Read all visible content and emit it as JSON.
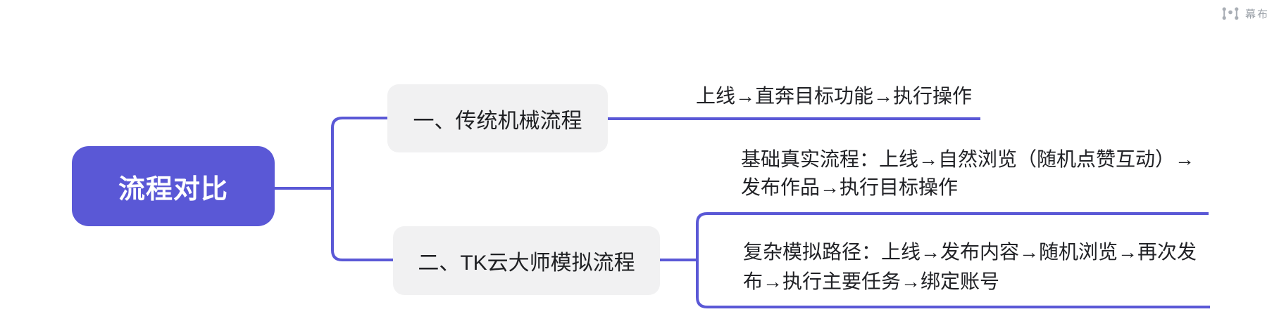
{
  "app": {
    "watermark": {
      "icon": "mubu-logo-icon",
      "label": "幕布"
    }
  },
  "colors": {
    "accent": "#5a58d6",
    "node_bg": "#f1f1f2",
    "node_text": "#1f2023",
    "leaf_text": "#212226",
    "logo_gray": "#9ba1a8"
  },
  "mindmap": {
    "root": {
      "label": "流程对比"
    },
    "branches": [
      {
        "label": "一、传统机械流程",
        "children": [
          {
            "lines": {
              "0": "上线→直奔目标功能→执行操作"
            }
          }
        ]
      },
      {
        "label": "二、TK云大师模拟流程",
        "children": [
          {
            "lines": {
              "0": "基础真实流程：上线→自然浏览（随机点赞互动）→",
              "1": "发布作品→执行目标操作"
            }
          },
          {
            "lines": {
              "0": "复杂模拟路径：上线→发布内容→随机浏览→再次发",
              "1": "布→执行主要任务→绑定账号"
            }
          }
        ]
      }
    ]
  }
}
